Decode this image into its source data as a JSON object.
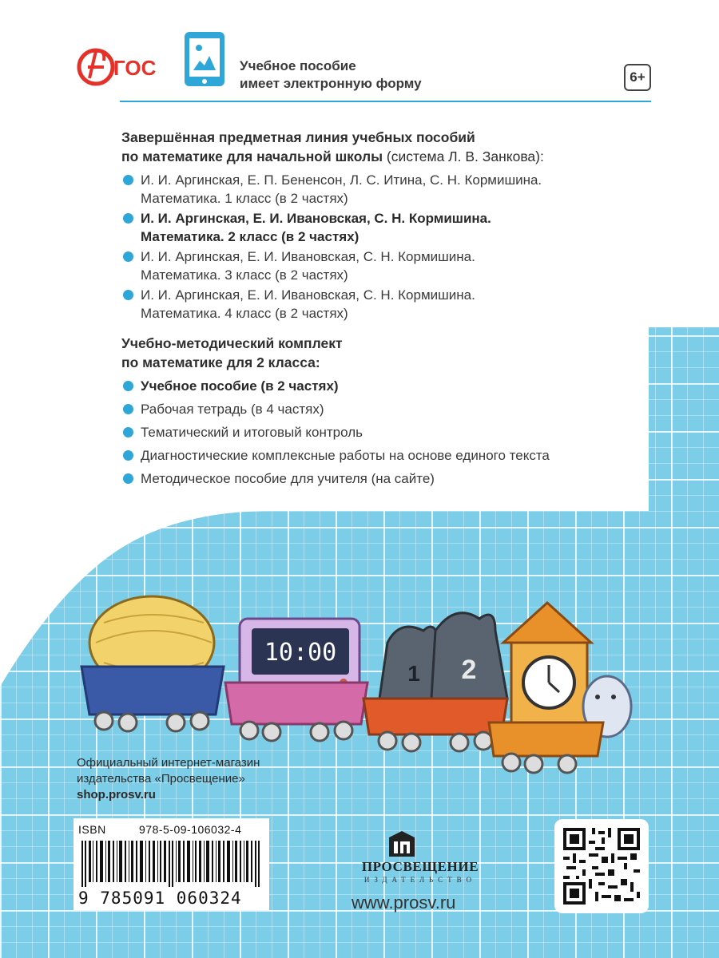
{
  "header": {
    "eform_line1": "Учебное пособие",
    "eform_line2": "имеет электронную форму",
    "age_rating": "6+",
    "logo_text": "ГОС"
  },
  "line_section": {
    "heading_bold1": "Завершённая предметная линия учебных пособий",
    "heading_bold2": "по математике для начальной школы",
    "heading_normal": " (система Л. В. Занкова):",
    "items": [
      {
        "line1": "И. И. Аргинская, Е. П. Бененсон, Л. С. Итина, С. Н. Кормишина.",
        "line2": "Математика. 1 класс (в 2 частях)"
      },
      {
        "line1": "И. И. Аргинская, Е. И. Ивановская, С. Н. Кормишина.",
        "line2": "Математика. 2 класс (в 2 частях)"
      },
      {
        "line1": "И. И. Аргинская, Е. И. Ивановская, С. Н. Кормишина.",
        "line2": "Математика. 3 класс (в 2 частях)"
      },
      {
        "line1": "И. И. Аргинская, Е. И. Ивановская, С. Н. Кормишина.",
        "line2": "Математика. 4 класс (в 2 частях)"
      }
    ]
  },
  "kit_section": {
    "heading1": "Учебно-методический комплект",
    "heading2": "по математике для 2 класса:",
    "items": [
      "Учебное пособие (в 2 частях)",
      "Рабочая тетрадь (в 4 частях)",
      "Тематический и итоговый контроль",
      "Диагностические комплексные работы на основе единого текста",
      "Методическое пособие для учителя (на сайте)"
    ]
  },
  "illustration": {
    "clock_display": "10:00",
    "weight1": "1",
    "weight2": "2"
  },
  "shop": {
    "line1": "Официальный интернет-магазин",
    "line2": "издательства «Просвещение»",
    "url": "shop.prosv.ru"
  },
  "isbn": {
    "label": "ISBN",
    "number": "978-5-09-106032-4",
    "digits": "9 785091 060324"
  },
  "publisher": {
    "name": "ПРОСВЕЩЕНИЕ",
    "subtitle": "ИЗДАТЕЛЬСТВО",
    "url": "www.prosv.ru"
  },
  "colors": {
    "accent": "#2fa6d8",
    "grid": "#7ccde8",
    "logo_red": "#e4322b"
  }
}
